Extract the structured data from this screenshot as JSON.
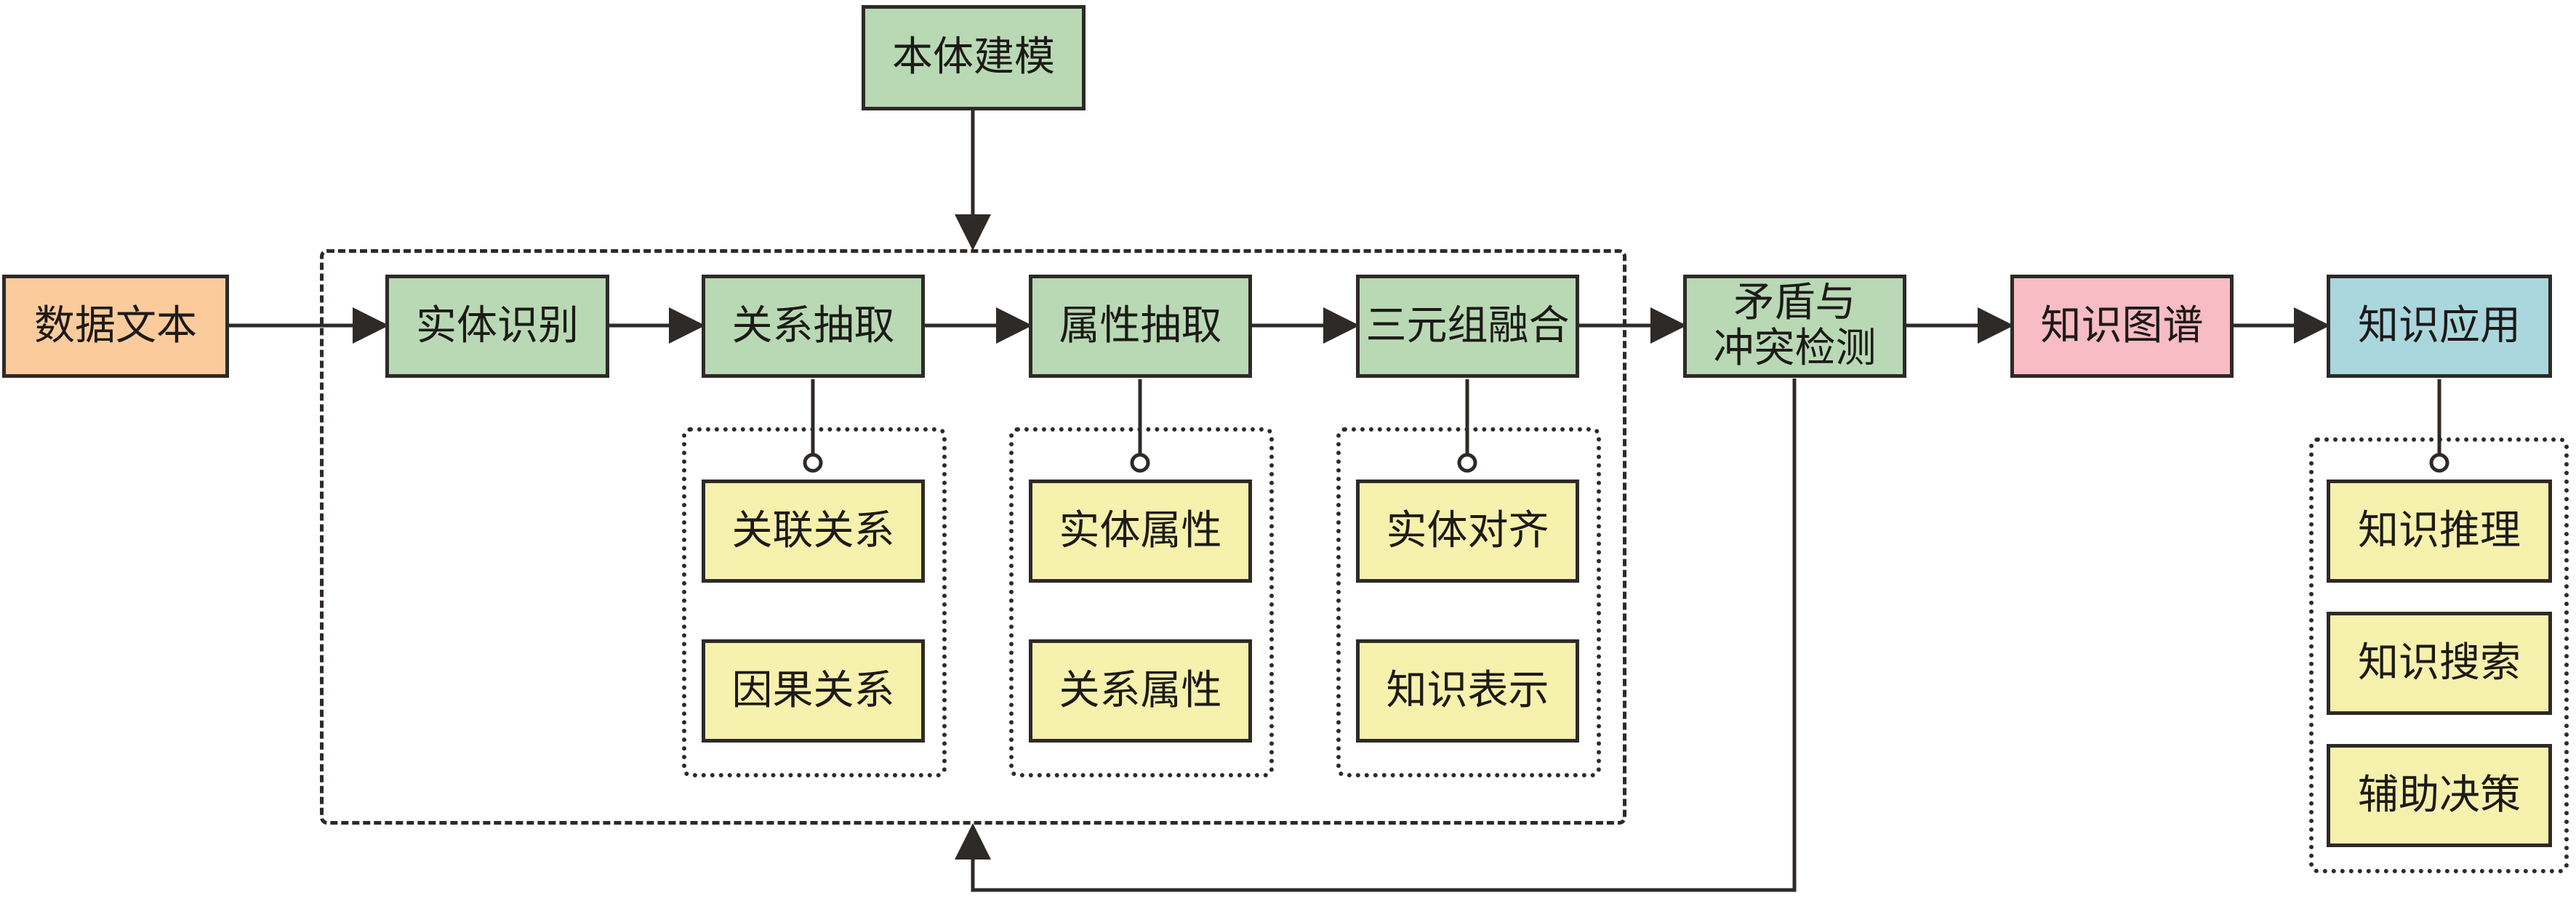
{
  "colors": {
    "process": "#b8d9b4",
    "input": "#fbcb9c",
    "output": "#f7bcc4",
    "application": "#a9d7dd",
    "sub_item": "#f6f1ac",
    "line": "#2e2a28"
  },
  "nodes": {
    "data_text": "数据文本",
    "ontology": "本体建模",
    "entity_recognition": "实体识别",
    "relation_extraction": "关系抽取",
    "attribute_extraction": "属性抽取",
    "triple_fusion": "三元组融合",
    "conflict_detection": [
      "矛盾与",
      "冲突检测"
    ],
    "knowledge_graph": "知识图谱",
    "knowledge_application": "知识应用"
  },
  "relation_items": [
    "关联关系",
    "因果关系"
  ],
  "attribute_items": [
    "实体属性",
    "关系属性"
  ],
  "fusion_items": [
    "实体对齐",
    "知识表示"
  ],
  "application_items": [
    "知识推理",
    "知识搜索",
    "辅助决策"
  ]
}
